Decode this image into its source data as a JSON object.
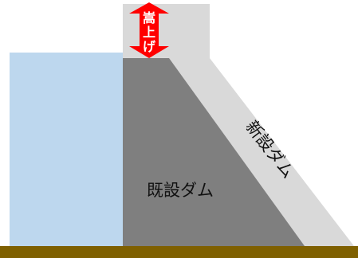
{
  "labels": {
    "raise": "嵩上げ",
    "new_dam": "新設ダム",
    "existing_dam": "既設ダム"
  },
  "colors": {
    "water": "#bdd7ee",
    "existing_dam": "#7f7f7f",
    "new_dam": "#d9d9d9",
    "ground": "#7f6000",
    "arrow": "#ff0000"
  }
}
